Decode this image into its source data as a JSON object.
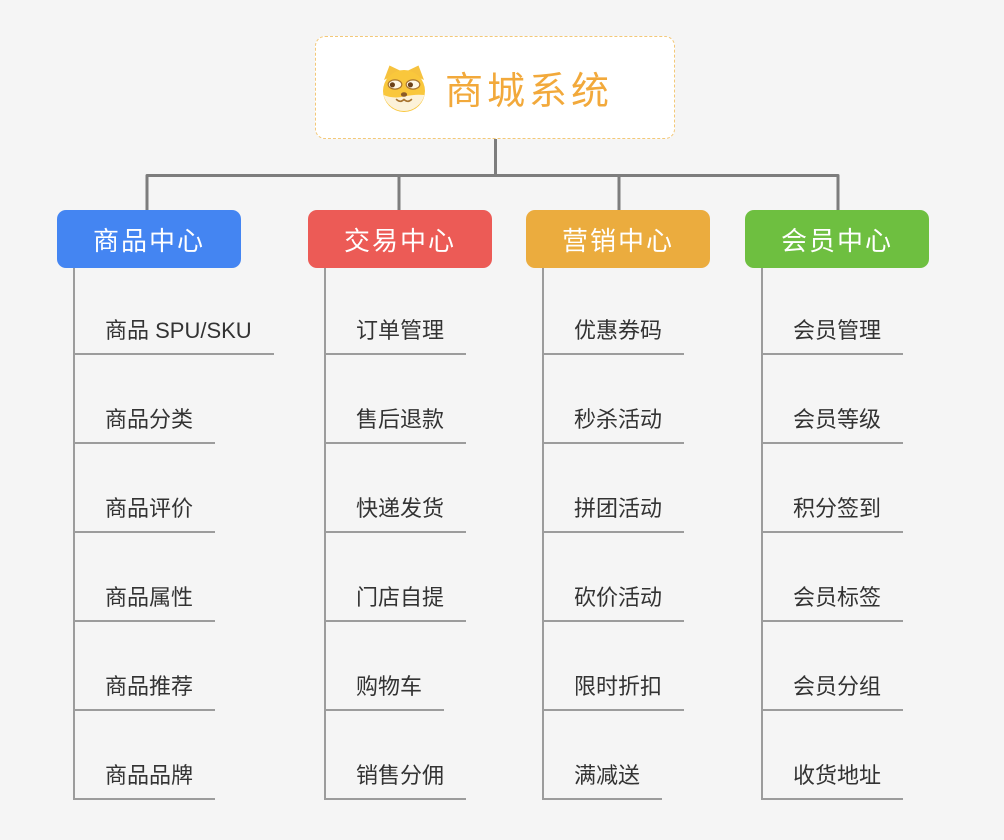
{
  "background_color": "#f5f5f5",
  "connector_color": "#7d7d7d",
  "child_line_color": "#9c9c9c",
  "child_text_color": "#333333",
  "root": {
    "title": "商城系统",
    "icon": "dog-face-icon",
    "text_color": "#f2a93b",
    "border_color": "#f3c878",
    "background_color": "#ffffff"
  },
  "branches": [
    {
      "label": "商品中心",
      "color": "#4485f2",
      "children": [
        "商品 SPU/SKU",
        "商品分类",
        "商品评价",
        "商品属性",
        "商品推荐",
        "商品品牌"
      ]
    },
    {
      "label": "交易中心",
      "color": "#ec5b56",
      "children": [
        "订单管理",
        "售后退款",
        "快递发货",
        "门店自提",
        "购物车",
        "销售分佣"
      ]
    },
    {
      "label": "营销中心",
      "color": "#ebac3e",
      "children": [
        "优惠券码",
        "秒杀活动",
        "拼团活动",
        "砍价活动",
        "限时折扣",
        "满减送"
      ]
    },
    {
      "label": "会员中心",
      "color": "#6ebf40",
      "children": [
        "会员管理",
        "会员等级",
        "积分签到",
        "会员标签",
        "会员分组",
        "收货地址"
      ]
    }
  ]
}
